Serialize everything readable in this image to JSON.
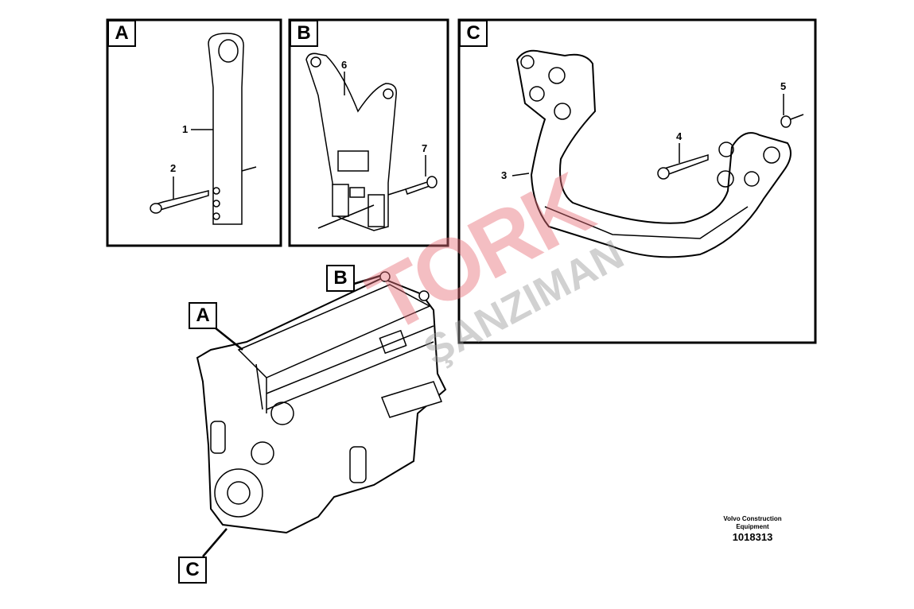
{
  "panels": [
    {
      "label": "A",
      "parts": [
        "1",
        "2"
      ]
    },
    {
      "label": "B",
      "parts": [
        "6",
        "7"
      ]
    },
    {
      "label": "C",
      "parts": [
        "3",
        "4",
        "5"
      ]
    }
  ],
  "callouts": {
    "a": "A",
    "b": "B",
    "c": "C"
  },
  "credit": {
    "line1": "Volvo Construction",
    "line2": "Equipment",
    "code": "1018313"
  },
  "watermark": {
    "brand": "TORK",
    "sub": "ŞANZIMAN",
    "color": "#e8707a"
  }
}
